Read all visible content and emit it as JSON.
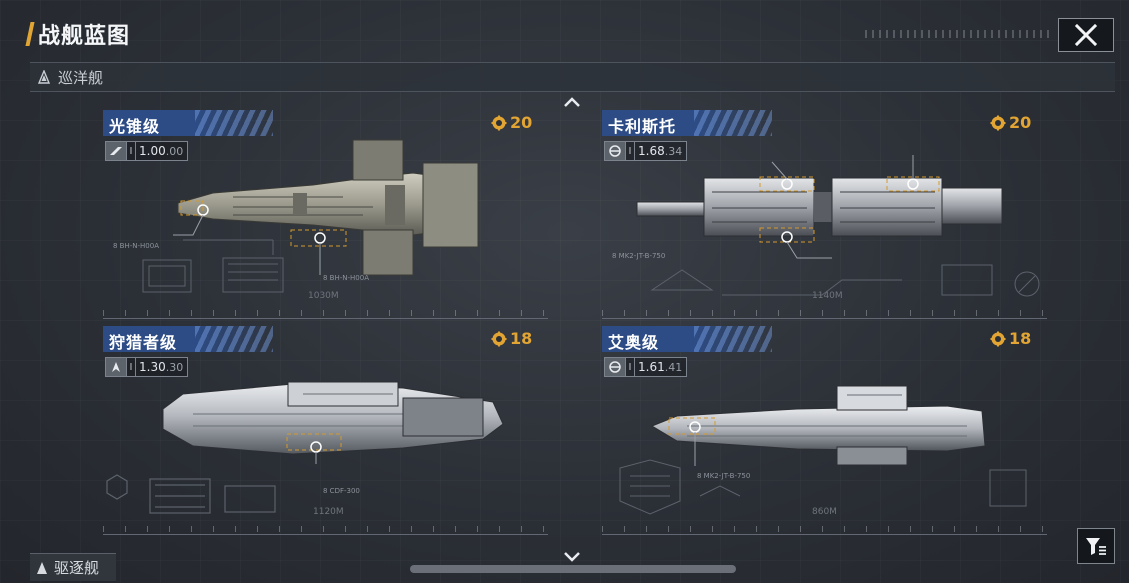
{
  "header": {
    "title": "战舰蓝图"
  },
  "category": {
    "label": "巡洋舰"
  },
  "bottom_category": {
    "label": "驱逐舰"
  },
  "ships": [
    {
      "name": "光锥级",
      "cost": "20",
      "stat_main": "1.00",
      "stat_sub": ".00",
      "tier": "I",
      "captions": [
        "8 BH-N-H00A",
        "8 BH-N-H00A"
      ],
      "length": "1030M"
    },
    {
      "name": "卡利斯托",
      "cost": "20",
      "stat_main": "1.68",
      "stat_sub": ".34",
      "tier": "I",
      "captions": [
        "8 MK2-JT-B-750"
      ],
      "length": "1140M"
    },
    {
      "name": "狩猎者级",
      "cost": "18",
      "stat_main": "1.30",
      "stat_sub": ".30",
      "tier": "I",
      "captions": [
        "8 CDF-300"
      ],
      "length": "1120M"
    },
    {
      "name": "艾奥级",
      "cost": "18",
      "stat_main": "1.61",
      "stat_sub": ".41",
      "tier": "I",
      "captions": [
        "8 MK2-JT-B-750"
      ],
      "length": "860M"
    }
  ],
  "colors": {
    "accent": "#e2a533",
    "name_band": "#2d4c85",
    "bracket": "#d49a2e"
  },
  "icons": {
    "close": "close-icon",
    "filter": "filter-icon",
    "cost": "gear-badge-icon",
    "up": "chevron-up-icon",
    "down": "chevron-down-icon"
  }
}
